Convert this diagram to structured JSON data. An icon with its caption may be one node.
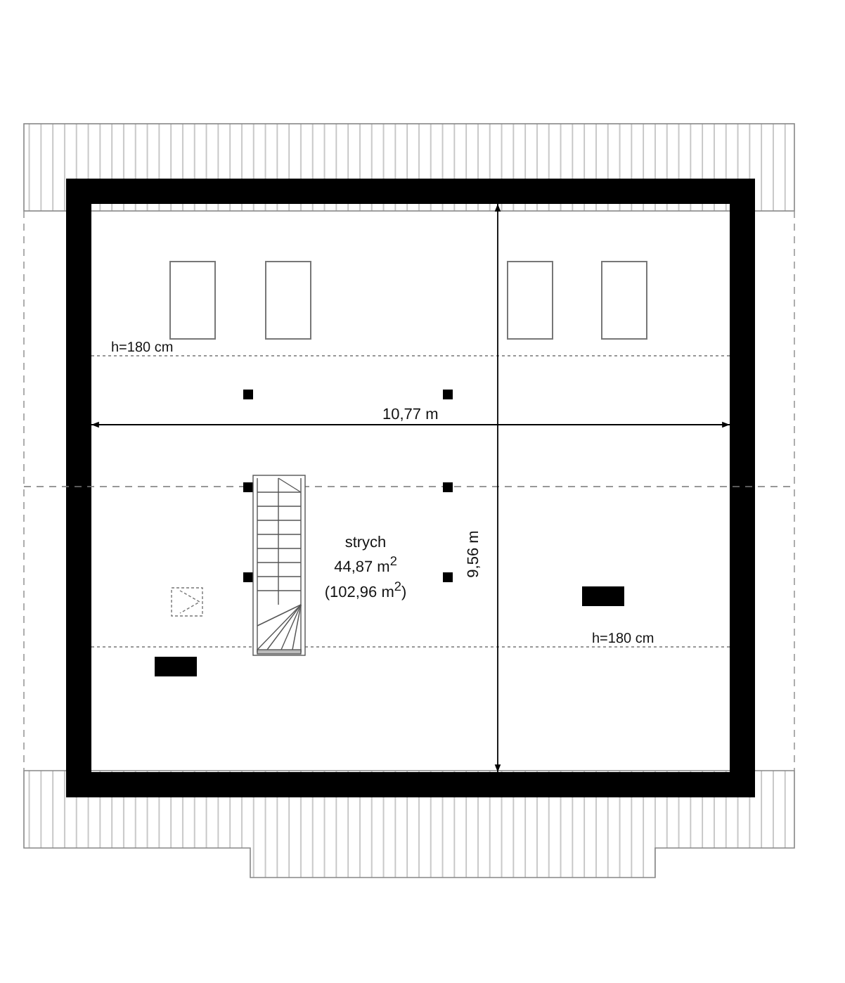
{
  "diagram": {
    "nodes": [
      {
        "text": [
          "strych",
          "44,87 m$^{2}$",
          "(102,96 m$^{2}$)"
        ]
      }
    ],
    "labels": [
      "h=180 cm",
      "10,77 m",
      "9,56 m",
      "h=180 cm"
    ]
  }
}
